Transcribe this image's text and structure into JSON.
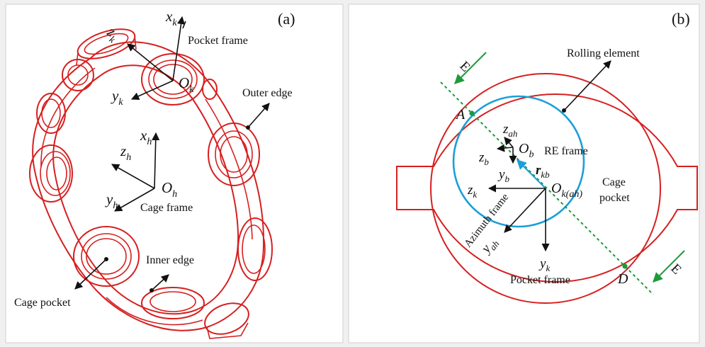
{
  "panel_a": {
    "tag": "(a)",
    "pocket_frame": "Pocket frame",
    "outer_edge": "Outer edge",
    "inner_edge": "Inner edge",
    "cage_pocket": "Cage pocket",
    "cage_frame": "Cage frame",
    "axes": {
      "xk": "x",
      "xk_sub": "k",
      "zk": "z",
      "zk_sub": "k",
      "yk": "y",
      "yk_sub": "k",
      "ok": "O",
      "ok_sub": "k",
      "xh": "x",
      "xh_sub": "h",
      "zh": "z",
      "zh_sub": "h",
      "yh": "y",
      "yh_sub": "h",
      "oh": "O",
      "oh_sub": "h"
    }
  },
  "panel_b": {
    "tag": "(b)",
    "rolling_element": "Rolling element",
    "re_frame": "RE frame",
    "cage_pocket_line1": "Cage",
    "cage_pocket_line2": "pocket",
    "azimuth_frame": "Azimuth frame",
    "pocket_frame": "Pocket frame",
    "section_label_top": "E",
    "section_label_bottom": "E",
    "point_a": "A",
    "point_d": "D",
    "axes": {
      "zah": "z",
      "zah_sub": "ah",
      "ob": "O",
      "ob_sub": "b",
      "zb": "z",
      "zb_sub": "b",
      "yb": "y",
      "yb_sub": "b",
      "rkb": "r",
      "rkb_sub": "kb",
      "zk": "z",
      "zk_sub": "k",
      "okah": "O",
      "okah_sub": "k(ah)",
      "yah": "y",
      "yah_sub": "ah",
      "yk": "y",
      "yk_sub": "k"
    }
  },
  "colors": {
    "cage": "#d61f1f",
    "rolling_element": "#1a9fd8",
    "section_line": "#1e9a3c",
    "axes": "#111111"
  }
}
